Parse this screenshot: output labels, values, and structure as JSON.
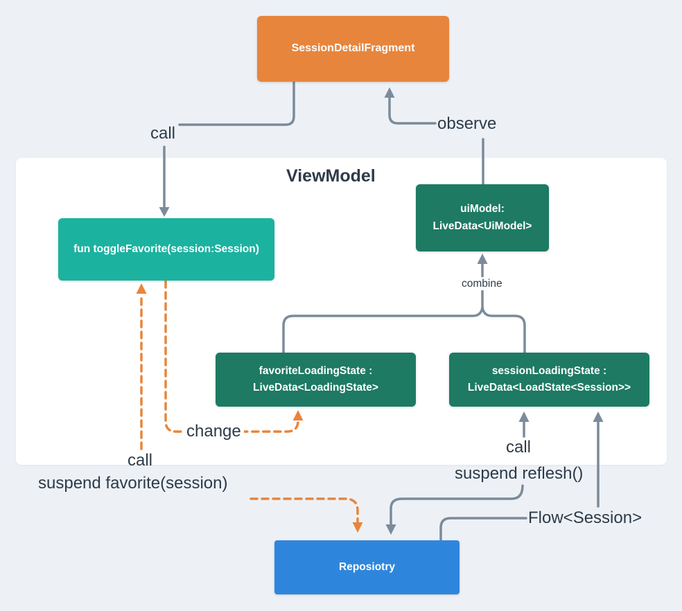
{
  "diagram": {
    "container_title": "ViewModel",
    "nodes": {
      "fragment": {
        "label": "SessionDetailFragment"
      },
      "toggle_favorite": {
        "label": "fun toggleFavorite(session:Session)"
      },
      "ui_model": {
        "line1": "uiModel:",
        "line2": "LiveData<UiModel>"
      },
      "favorite_loading_state": {
        "line1": "favoriteLoadingState :",
        "line2": "LiveData<LoadingState>"
      },
      "session_loading_state": {
        "line1": "sessionLoadingState :",
        "line2": "LiveData<LoadState<Session>>"
      },
      "repository": {
        "label": "Reposiotry"
      }
    },
    "edge_labels": {
      "call_top": "call",
      "observe": "observe",
      "combine": "combine",
      "change": "change",
      "call_left": "call",
      "suspend_favorite": "suspend favorite(session)",
      "call_right": "call",
      "suspend_reflesh": "suspend reflesh()",
      "flow_session": "Flow<Session>"
    },
    "colors": {
      "background": "#edf1f6",
      "panel": "#ffffff",
      "fragment_box": "#e8853c",
      "method_box": "#1bb2a0",
      "livedata_box": "#1e7a63",
      "repository_box": "#2e86dc",
      "gray_connector": "#7b8b9a",
      "orange_connector": "#e8853c",
      "label_text": "#2d3a48"
    }
  }
}
